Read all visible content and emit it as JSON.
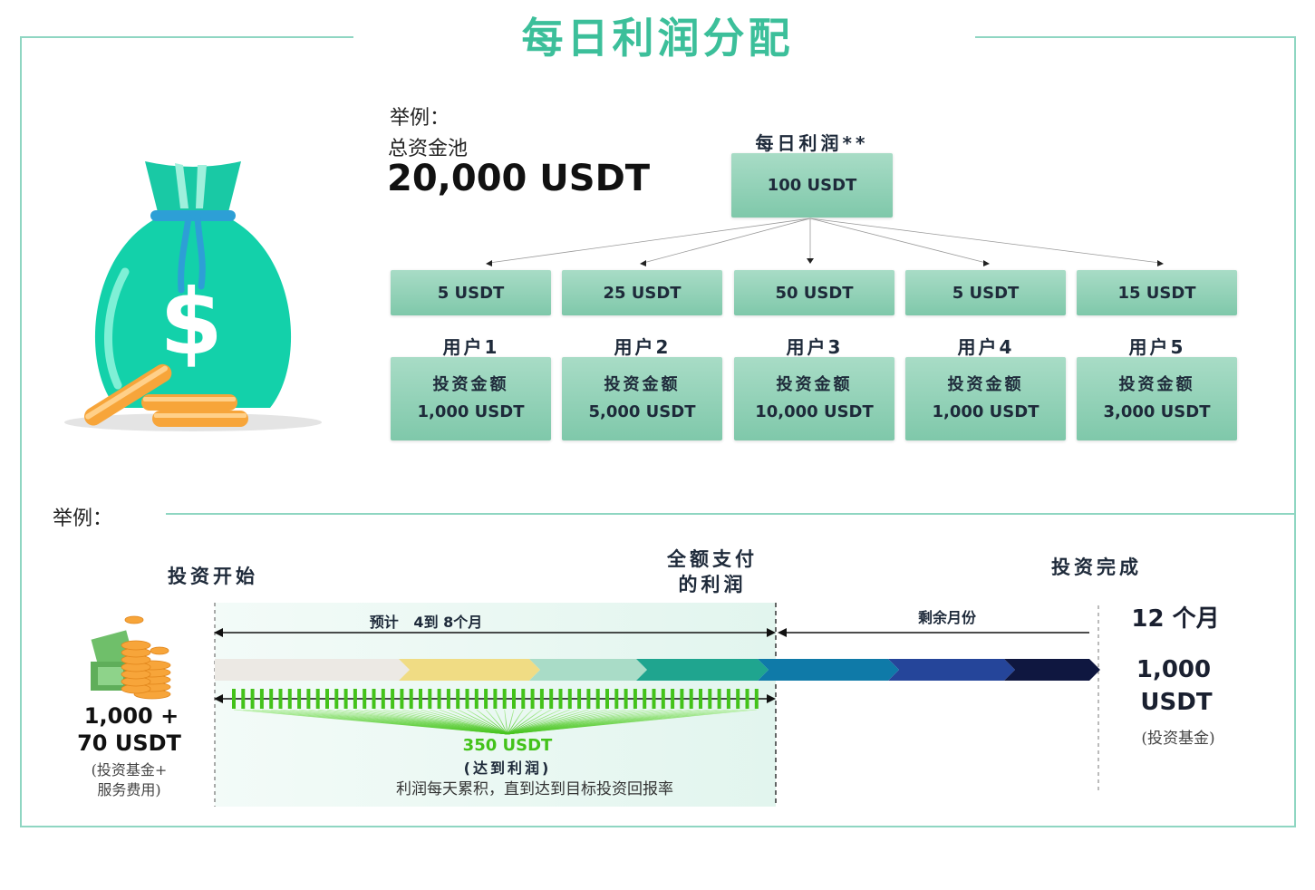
{
  "title": "每日利润分配",
  "top_example": {
    "example_label": "举例：",
    "pool_label": "总资金池",
    "pool_amount": "20,000 USDT",
    "daily_profit_label": "每日利润**",
    "daily_profit_value": "100 USDT"
  },
  "users": [
    {
      "profit": "5 USDT",
      "name": "用户1",
      "invest_label": "投资金额",
      "invest_amount": "1,000 USDT"
    },
    {
      "profit": "25 USDT",
      "name": "用户2",
      "invest_label": "投资金额",
      "invest_amount": "5,000 USDT"
    },
    {
      "profit": "50 USDT",
      "name": "用户3",
      "invest_label": "投资金额",
      "invest_amount": "10,000 USDT"
    },
    {
      "profit": "5 USDT",
      "name": "用户4",
      "invest_label": "投资金额",
      "invest_amount": "1,000 USDT"
    },
    {
      "profit": "15 USDT",
      "name": "用户5",
      "invest_label": "投资金额",
      "invest_amount": "3,000 USDT"
    }
  ],
  "timeline": {
    "example_label": "举例：",
    "start_label": "投资开始",
    "full_paid_line1": "全额支付",
    "full_paid_line2": "的利润",
    "complete_label": "投资完成",
    "estimate_label": "预计   4到 8个月",
    "remaining_label": "剩余月份",
    "months_label": "12 个月",
    "start_amount_line1": "1,000 +",
    "start_amount_line2": "70 USDT",
    "start_note_line1": "(投资基金+",
    "start_note_line2": "服务费用)",
    "profit_amount": "350 USDT",
    "profit_reached": "(达到利润)",
    "profit_note": "利润每天累积，直到达到目标投资回报率",
    "end_amount_line1": "1,000",
    "end_amount_line2": "USDT",
    "end_note": "(投资基金)"
  },
  "colors": {
    "accent": "#3cbf9a",
    "box": "#8fd0b5",
    "green_bars": "#43c21a",
    "frame": "#8fd6c2"
  }
}
